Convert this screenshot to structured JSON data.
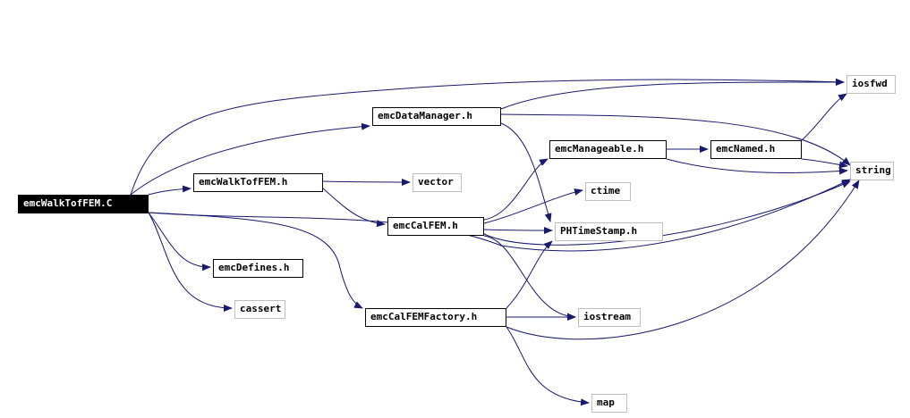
{
  "graph": {
    "nodes": [
      {
        "id": "root",
        "label": "emcWalkTofFEM.C",
        "kind": "root"
      },
      {
        "id": "dm",
        "label": "emcDataManager.h",
        "kind": "doc"
      },
      {
        "id": "wtf",
        "label": "emcWalkTofFEM.h",
        "kind": "doc"
      },
      {
        "id": "vector",
        "label": "vector",
        "kind": "ext"
      },
      {
        "id": "mng",
        "label": "emcManageable.h",
        "kind": "doc"
      },
      {
        "id": "named",
        "label": "emcNamed.h",
        "kind": "doc"
      },
      {
        "id": "iosfwd",
        "label": "iosfwd",
        "kind": "ext"
      },
      {
        "id": "string",
        "label": "string",
        "kind": "ext"
      },
      {
        "id": "ctime",
        "label": "ctime",
        "kind": "ext"
      },
      {
        "id": "calfem",
        "label": "emcCalFEM.h",
        "kind": "doc"
      },
      {
        "id": "phts",
        "label": "PHTimeStamp.h",
        "kind": "ext"
      },
      {
        "id": "defs",
        "label": "emcDefines.h",
        "kind": "doc"
      },
      {
        "id": "cassert",
        "label": "cassert",
        "kind": "ext"
      },
      {
        "id": "factory",
        "label": "emcCalFEMFactory.h",
        "kind": "doc"
      },
      {
        "id": "iostream",
        "label": "iostream",
        "kind": "ext"
      },
      {
        "id": "map",
        "label": "map",
        "kind": "ext"
      }
    ],
    "edges": [
      [
        "root",
        "dm"
      ],
      [
        "root",
        "wtf"
      ],
      [
        "root",
        "iosfwd"
      ],
      [
        "root",
        "string"
      ],
      [
        "root",
        "defs"
      ],
      [
        "root",
        "cassert"
      ],
      [
        "root",
        "factory"
      ],
      [
        "dm",
        "iosfwd"
      ],
      [
        "dm",
        "string"
      ],
      [
        "dm",
        "phts"
      ],
      [
        "wtf",
        "vector"
      ],
      [
        "wtf",
        "calfem"
      ],
      [
        "calfem",
        "mng"
      ],
      [
        "calfem",
        "ctime"
      ],
      [
        "calfem",
        "phts"
      ],
      [
        "calfem",
        "string"
      ],
      [
        "calfem",
        "iostream"
      ],
      [
        "mng",
        "named"
      ],
      [
        "mng",
        "string"
      ],
      [
        "named",
        "iosfwd"
      ],
      [
        "named",
        "string"
      ],
      [
        "factory",
        "phts"
      ],
      [
        "factory",
        "iostream"
      ],
      [
        "factory",
        "string"
      ],
      [
        "factory",
        "map"
      ]
    ]
  }
}
